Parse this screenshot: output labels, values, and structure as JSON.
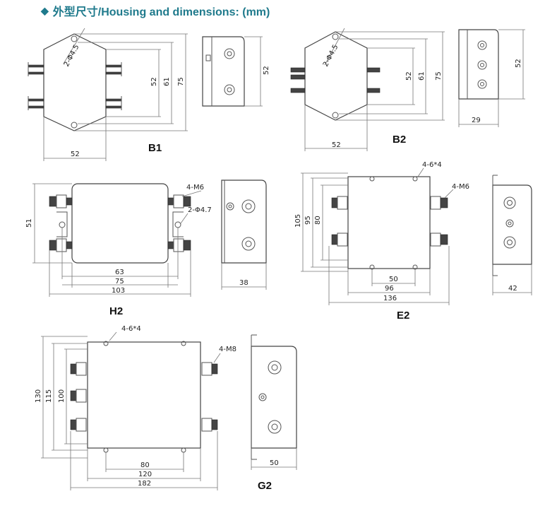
{
  "header": {
    "title": "外型尺寸/Housing and dimensions: (mm)"
  },
  "b1": {
    "caption": "B1",
    "hole": "2-Φ4.5",
    "d52w": "52",
    "d52h": "52",
    "d61": "61",
    "d75": "75",
    "side52": "52"
  },
  "b2": {
    "caption": "B2",
    "hole": "2-Φ4.5",
    "d52w": "52",
    "d52h": "52",
    "d61": "61",
    "d75": "75",
    "side52": "52",
    "side29": "29"
  },
  "h2": {
    "caption": "H2",
    "thread": "4-M6",
    "hole": "2-Φ4.7",
    "d51": "51",
    "d63": "63",
    "d75": "75",
    "d103": "103",
    "side38": "38"
  },
  "e2": {
    "caption": "E2",
    "holes": "4-6*4",
    "thread": "4-M6",
    "d105": "105",
    "d95": "95",
    "d80": "80",
    "d50": "50",
    "d96": "96",
    "d136": "136",
    "side42": "42"
  },
  "g2": {
    "caption": "G2",
    "holes": "4-6*4",
    "thread": "4-M8",
    "d130": "130",
    "d115": "115",
    "d100": "100",
    "d80": "80",
    "d120": "120",
    "d182": "182",
    "side50": "50"
  }
}
